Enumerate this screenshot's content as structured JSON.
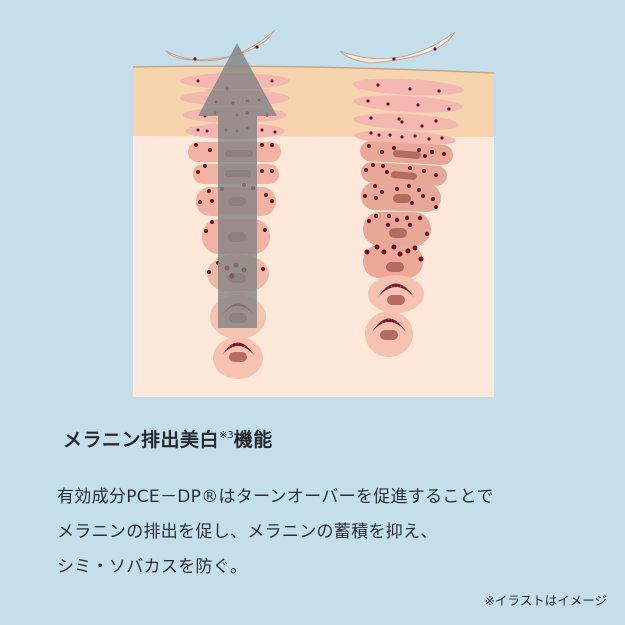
{
  "colors": {
    "background": "#c5deeb",
    "epidermis_upper": "#f6d5ae",
    "epidermis_lower": "#fde8d9",
    "cell_flat": "#f5b8a8",
    "cell_round": "#f0b0a0",
    "cell_round_light": "#f7c2b0",
    "melanin_dot": "#6b0f22",
    "melanin_cap": "#7a1630",
    "nucleus": "#b56b60",
    "arrow": "#8a8a8a",
    "flake": "#fbf4ee",
    "text": "#2a2f36"
  },
  "illustration": {
    "label": "illustration-skin-turnover",
    "arrow_icon": "up-arrow-icon",
    "left_column": "with-turnover",
    "right_column": "without-turnover"
  },
  "heading": {
    "main": "メラニン排出美白",
    "footnote_mark": "※3",
    "suffix": "機能"
  },
  "body": {
    "lines": [
      "有効成分PCE－DP®はターンオーバーを促進することで",
      "メラニンの排出を促し、メラニンの蓄積を抑え、",
      "シミ・ソバカスを防ぐ。"
    ]
  },
  "note": "※イラストはイメージ"
}
